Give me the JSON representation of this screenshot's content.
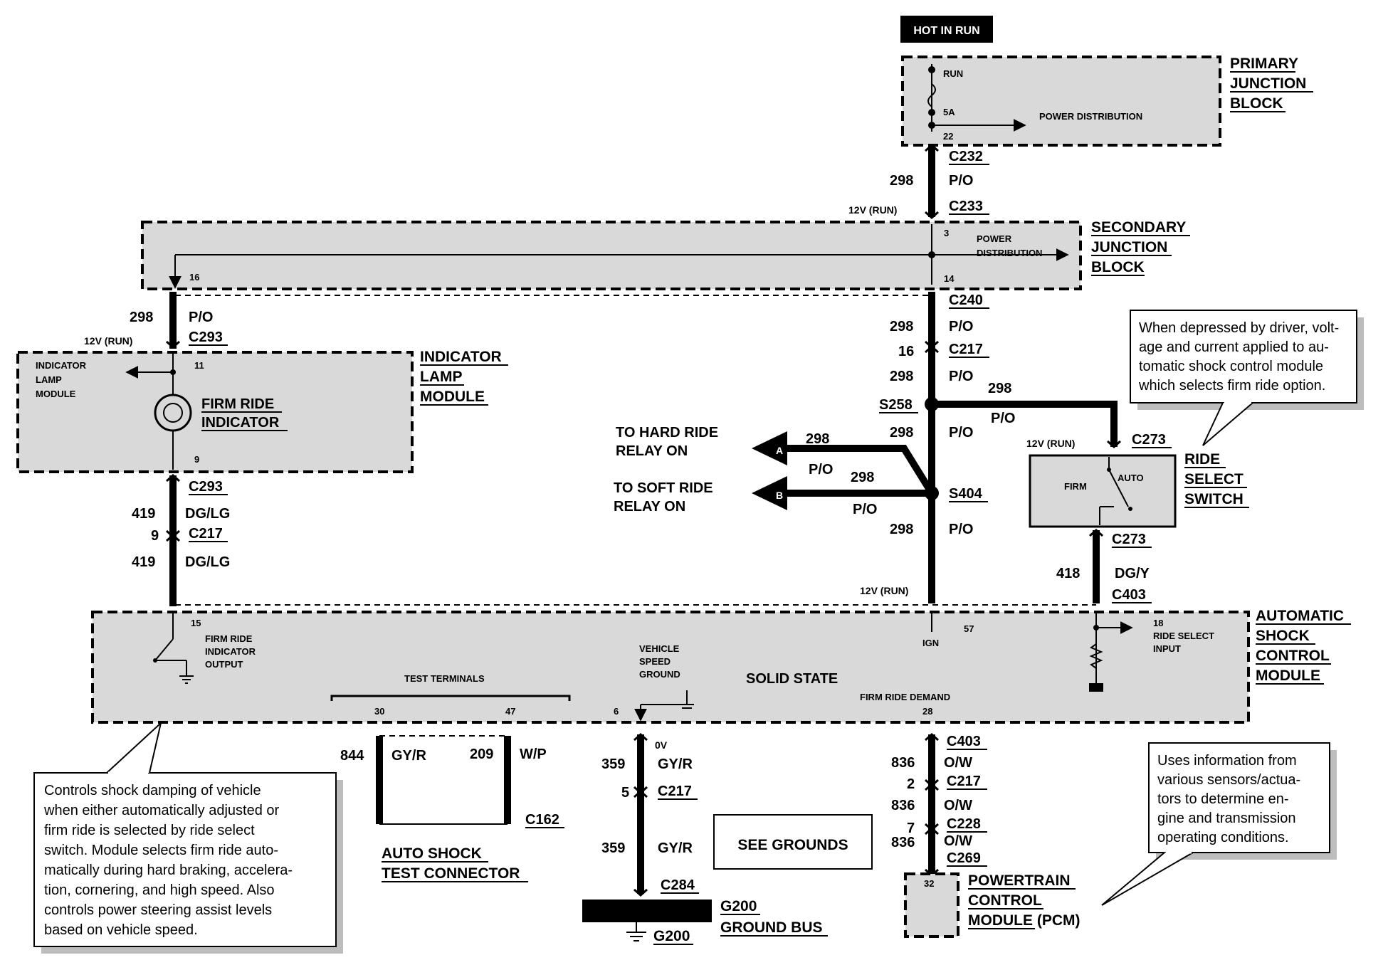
{
  "header": {
    "hot_in_run": "HOT IN RUN"
  },
  "primary_jb": {
    "title": [
      "PRIMARY",
      "JUNCTION",
      "BLOCK"
    ],
    "run": "RUN",
    "fuse": "5A",
    "pin": "22",
    "dist": "POWER DISTRIBUTION"
  },
  "secondary_jb": {
    "title": [
      "SECONDARY",
      "JUNCTION",
      "BLOCK"
    ],
    "pin_in": "3",
    "pin_out": "14",
    "pin_left": "16",
    "dist": [
      "POWER",
      "DISTRIBUTION"
    ]
  },
  "indicator_lamp": {
    "title": [
      "INDICATOR",
      "LAMP",
      "MODULE"
    ],
    "inner": [
      "INDICATOR",
      "LAMP",
      "MODULE"
    ],
    "indicator": [
      "FIRM RIDE",
      "INDICATOR"
    ],
    "pin_top": "11",
    "pin_bottom": "9"
  },
  "ride_select": {
    "title": [
      "RIDE",
      "SELECT",
      "SWITCH"
    ],
    "firm": "FIRM",
    "auto": "AUTO"
  },
  "asc_module": {
    "title": [
      "AUTOMATIC",
      "SHOCK",
      "CONTROL",
      "MODULE"
    ],
    "solid_state": "SOLID STATE",
    "test_terminals": "TEST TERMINALS",
    "pin_15": "15",
    "firm_output": [
      "FIRM RIDE",
      "INDICATOR",
      "OUTPUT"
    ],
    "pin_30": "30",
    "pin_47": "47",
    "pin_6": "6",
    "vsg": [
      "VEHICLE",
      "SPEED",
      "GROUND"
    ],
    "ign": "IGN",
    "pin_57": "57",
    "firm_demand": "FIRM RIDE DEMAND",
    "pin_28": "28",
    "pin_18": "18",
    "ride_input": [
      "RIDE SELECT",
      "INPUT"
    ]
  },
  "pcm": {
    "title": [
      "POWERTRAIN",
      "CONTROL",
      "MODULE (PCM)"
    ],
    "pin": "32"
  },
  "relays": {
    "hard": [
      "TO HARD RIDE",
      "RELAY ON"
    ],
    "hard_tag": "A",
    "soft": [
      "TO SOFT RIDE",
      "RELAY ON"
    ],
    "soft_tag": "B"
  },
  "wires": {
    "c232": "C232",
    "c233": "C233",
    "c240": "C240",
    "c217": "C217",
    "c293": "C293",
    "c273": "C273",
    "c403": "C403",
    "c228": "C228",
    "c269": "C269",
    "c162": "C162",
    "c284": "C284",
    "s258": "S258",
    "s404": "S404",
    "w298": "298",
    "w16": "16",
    "w419": "419",
    "w9": "9",
    "w418": "418",
    "w844": "844",
    "w209": "209",
    "w359": "359",
    "w5": "5",
    "w836": "836",
    "w2": "2",
    "w7": "7",
    "po": "P/O",
    "dglg": "DG/LG",
    "dgy": "DG/Y",
    "gyr": "GY/R",
    "wp": "W/P",
    "ow": "O/W",
    "v12": "12V (RUN)",
    "v0": "0V"
  },
  "test_connector": [
    "AUTO SHOCK",
    "TEST CONNECTOR"
  ],
  "grounds": {
    "see": "SEE GROUNDS",
    "g200": "G200",
    "bus": "GROUND BUS"
  },
  "notes": {
    "ride_switch": [
      "When depressed by driver, volt-",
      "age and current applied to au-",
      "tomatic shock control module",
      "which selects firm ride option."
    ],
    "asc": [
      "Controls shock damping of vehicle",
      "when either automatically adjusted or",
      "firm ride is selected by ride select",
      "switch. Module selects firm ride auto-",
      "matically during hard braking, accelera-",
      "tion, cornering, and high speed. Also",
      "controls power steering assist levels",
      "based on vehicle speed."
    ],
    "pcm": [
      "Uses information from",
      "various sensors/actua-",
      "tors to determine en-",
      "gine and transmission",
      "operating conditions."
    ]
  }
}
